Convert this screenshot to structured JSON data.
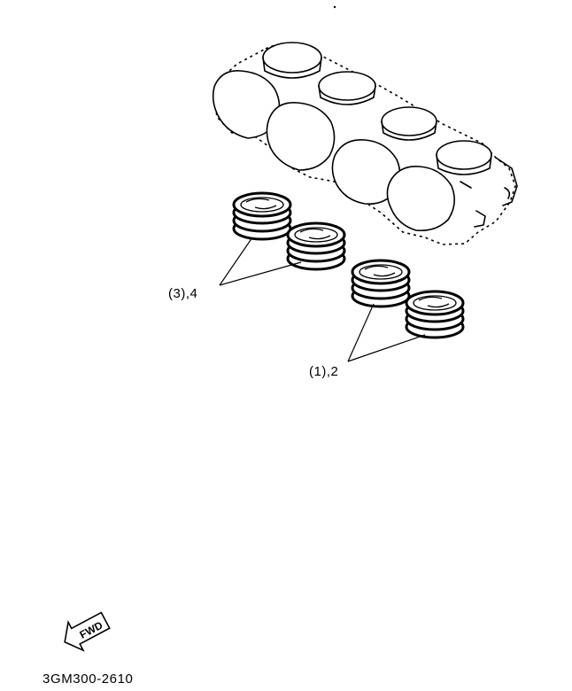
{
  "diagram": {
    "callouts": [
      {
        "id": "upper",
        "text": "(3),4"
      },
      {
        "id": "lower",
        "text": "(1),2"
      }
    ],
    "arrow_text": "FWD",
    "part_code": "3GM300-2610"
  },
  "icons": {
    "forward_arrow": "fwd-arrow-icon"
  }
}
